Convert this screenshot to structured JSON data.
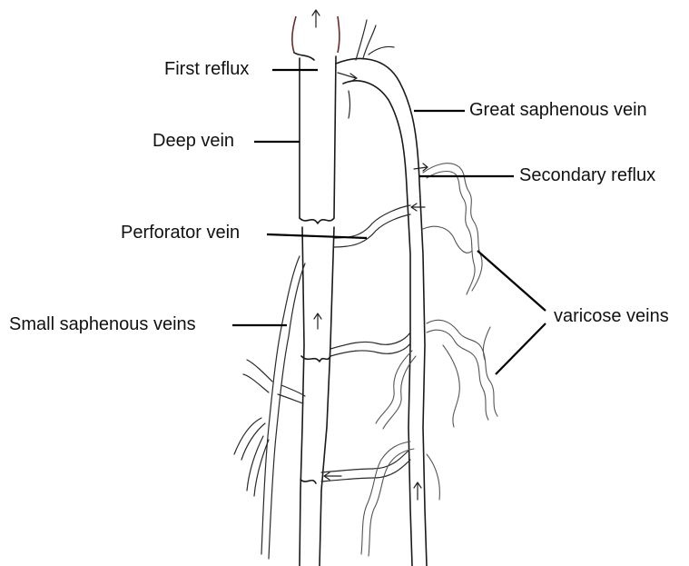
{
  "labels": {
    "first_reflux": "First reflux",
    "deep_vein": "Deep vein",
    "perforator_vein": "Perforator vein",
    "small_saphenous_veins": "Small saphenous veins",
    "great_saphenous_vein": "Great saphenous vein",
    "secondary_reflux": "Secondary reflux",
    "varicose_veins": "varicose veins"
  },
  "colors": {
    "ink": "#1a1a1a",
    "leader": "#000000",
    "deep_vein_top_tint": "#6b2a2a",
    "background": "#ffffff"
  }
}
